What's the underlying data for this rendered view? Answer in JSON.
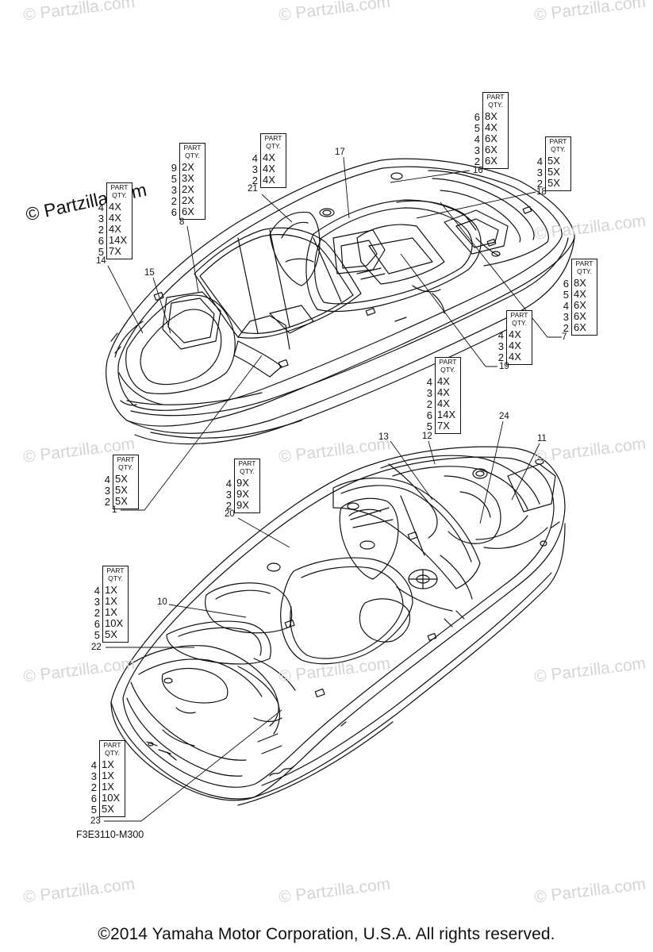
{
  "watermark": "© Partzilla.com",
  "main_watermark": "© Partzilla.com",
  "figure_code": "F3E3110-M300",
  "copyright": "©2014  Yamaha Motor Corporation, U.S.A. All rights reserved.",
  "part_header": "PART",
  "qty_header": "QTY.",
  "callouts": [
    "1",
    "2",
    "3",
    "4",
    "5",
    "6",
    "7",
    "8",
    "9",
    "10",
    "11",
    "12",
    "13",
    "14",
    "15",
    "16",
    "17",
    "18",
    "19",
    "20",
    "21",
    "22",
    "23",
    "24"
  ],
  "boxes": [
    {
      "rows": [
        {
          "num": "4",
          "val": "4X"
        },
        {
          "num": "3",
          "val": "4X"
        },
        {
          "num": "2",
          "val": "4X"
        },
        {
          "num": "6",
          "val": "14X"
        },
        {
          "num": "5",
          "val": "7X"
        }
      ]
    },
    {
      "rows": [
        {
          "num": "9",
          "val": "2X"
        },
        {
          "num": "5",
          "val": "3X"
        },
        {
          "num": "3",
          "val": "2X"
        },
        {
          "num": "2",
          "val": "2X"
        },
        {
          "num": "6",
          "val": "6X"
        }
      ]
    },
    {
      "rows": [
        {
          "num": "4",
          "val": "4X"
        },
        {
          "num": "3",
          "val": "4X"
        },
        {
          "num": "2",
          "val": "4X"
        }
      ]
    },
    {
      "rows": [
        {
          "num": "6",
          "val": "8X"
        },
        {
          "num": "5",
          "val": "4X"
        },
        {
          "num": "4",
          "val": "6X"
        },
        {
          "num": "3",
          "val": "6X"
        },
        {
          "num": "2",
          "val": "6X"
        }
      ]
    },
    {
      "rows": [
        {
          "num": "4",
          "val": "5X"
        },
        {
          "num": "3",
          "val": "5X"
        },
        {
          "num": "2",
          "val": "5X"
        }
      ]
    },
    {
      "rows": [
        {
          "num": "6",
          "val": "8X"
        },
        {
          "num": "5",
          "val": "4X"
        },
        {
          "num": "4",
          "val": "6X"
        },
        {
          "num": "3",
          "val": "6X"
        },
        {
          "num": "2",
          "val": "6X"
        }
      ]
    },
    {
      "rows": [
        {
          "num": "4",
          "val": "4X"
        },
        {
          "num": "3",
          "val": "4X"
        },
        {
          "num": "2",
          "val": "4X"
        }
      ]
    },
    {
      "rows": [
        {
          "num": "4",
          "val": "4X"
        },
        {
          "num": "3",
          "val": "4X"
        },
        {
          "num": "2",
          "val": "4X"
        },
        {
          "num": "6",
          "val": "14X"
        },
        {
          "num": "5",
          "val": "7X"
        }
      ]
    },
    {
      "rows": [
        {
          "num": "4",
          "val": "5X"
        },
        {
          "num": "3",
          "val": "5X"
        },
        {
          "num": "2",
          "val": "5X"
        }
      ]
    },
    {
      "rows": [
        {
          "num": "4",
          "val": "9X"
        },
        {
          "num": "3",
          "val": "9X"
        },
        {
          "num": "2",
          "val": "9X"
        }
      ]
    },
    {
      "rows": [
        {
          "num": "4",
          "val": "1X"
        },
        {
          "num": "3",
          "val": "1X"
        },
        {
          "num": "2",
          "val": "1X"
        },
        {
          "num": "6",
          "val": "10X"
        },
        {
          "num": "5",
          "val": "5X"
        }
      ]
    },
    {
      "rows": [
        {
          "num": "4",
          "val": "1X"
        },
        {
          "num": "3",
          "val": "1X"
        },
        {
          "num": "2",
          "val": "1X"
        },
        {
          "num": "6",
          "val": "10X"
        },
        {
          "num": "5",
          "val": "5X"
        }
      ]
    }
  ]
}
